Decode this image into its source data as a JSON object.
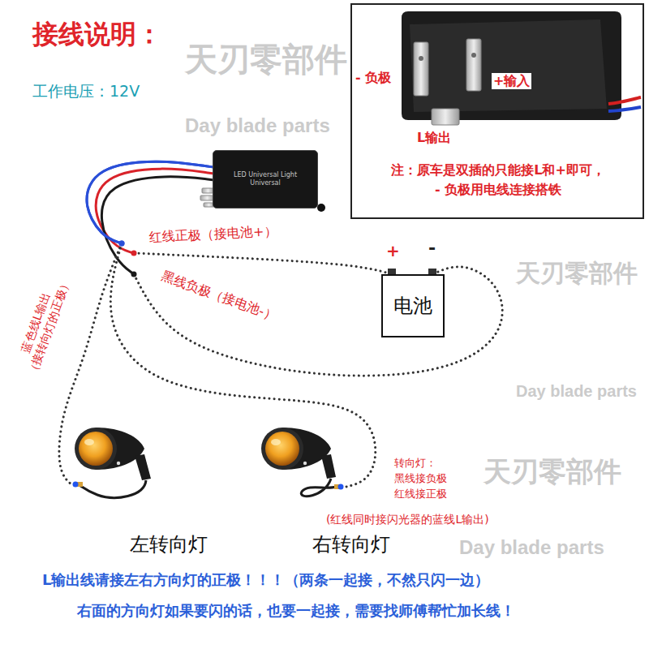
{
  "diagram": {
    "title": "接线说明：",
    "nodes": [
      {
        "text": [
          "- 负极",
          "+输入",
          "L输出",
          "注：原车是双插的只能接L和+即可， - 负极用电线连接搭铁"
        ]
      },
      {
        "text": [
          "LED Universal Light Universal"
        ]
      },
      {
        "text": [
          "电池"
        ]
      },
      {
        "text": [
          "左转向灯"
        ]
      },
      {
        "text": [
          "右转向灯"
        ]
      }
    ],
    "edges": [
      {
        "from": 1,
        "to": 2,
        "arrow": "none",
        "label": "红线正极（接电池+）"
      },
      {
        "from": 1,
        "to": 2,
        "arrow": "none",
        "label": "黑线负极（接电池-）"
      },
      {
        "from": 1,
        "to": 3,
        "arrow": "none",
        "label": "蓝色线L输出 （接转向灯的正极）"
      },
      {
        "from": 1,
        "to": 4,
        "arrow": "none"
      }
    ],
    "labels": [
      "工作电压：12V",
      "+",
      "-",
      "转向灯： 黑线接负极 红线接正极",
      "(红线同时接闪光器的蓝线L输出)",
      "L输出线请接左右方向灯的正极！！！（两条一起接，不然只闪一边）",
      "右面的方向灯如果要闪的话，也要一起接，需要找师傅帮忙加长线！",
      "天刃零部件",
      "Day blade parts",
      "天刃零部件",
      "Day blade parts",
      "天刃零部件",
      "Day blade parts"
    ]
  }
}
